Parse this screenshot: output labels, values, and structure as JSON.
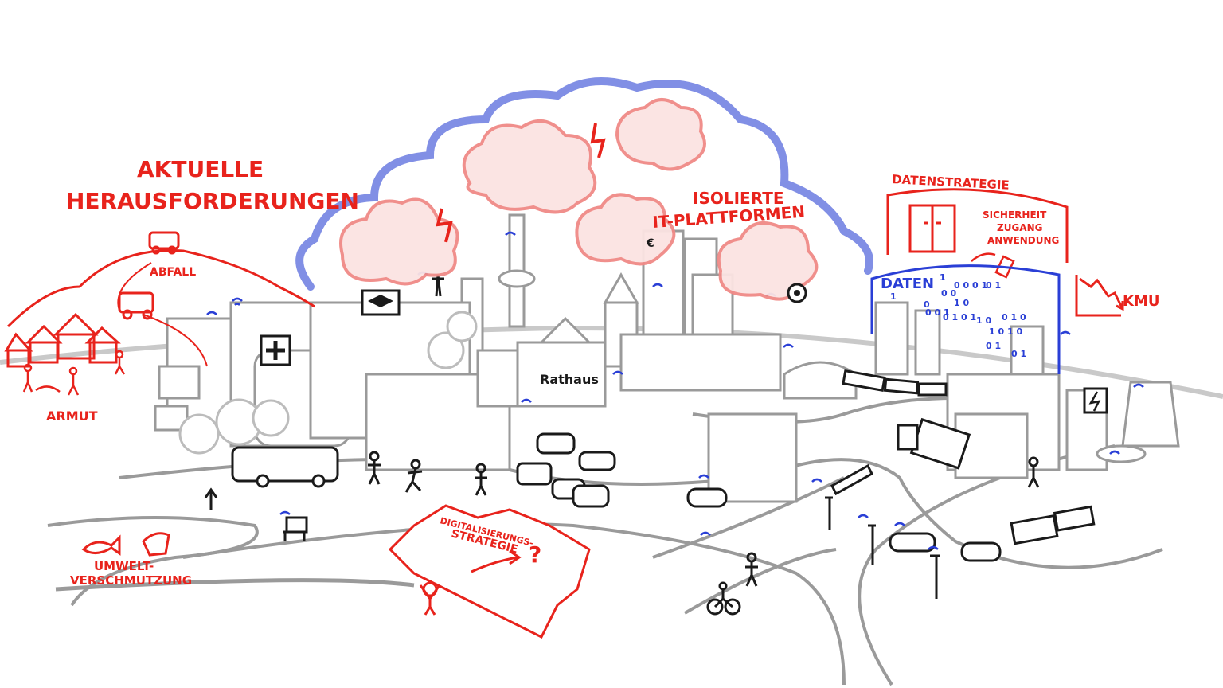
{
  "labels": {
    "aktuelle_line1": "AKTUELLE",
    "aktuelle_line2": "HERAUSFORDERUNGEN",
    "abfall": "ABFALL",
    "armut": "ARMUT",
    "umwelt_line1": "UMWELT-",
    "umwelt_line2": "VERSCHMUTZUNG",
    "isolierte_line1": "ISOLIERTE",
    "isolierte_line2": "IT-PLATTFORMEN",
    "datenstrategie": "DATENSTRATEGIE",
    "sicherheit": "SICHERHEIT",
    "zugang": "ZUGANG",
    "anwendung": "ANWENDUNG",
    "daten": "DATEN",
    "kmu": "KMU",
    "rathaus": "Rathaus",
    "digi_line1": "DIGITALISIERUNGS-",
    "digi_line2": "STRATEGIE",
    "binary": [
      "1",
      "0 0 0 1",
      "1",
      "0",
      "0 0",
      "0 1",
      "1 0",
      "1 0",
      "0 0 1",
      "0 1 0",
      "0 1 0 1",
      "1 0 1 0",
      "0 1",
      "0 1"
    ],
    "euro_sign": "€"
  },
  "colors": {
    "red": "#e8231c",
    "blue": "#2a3fd6",
    "gray": "#9a9a9a",
    "black": "#1a1a1a"
  }
}
